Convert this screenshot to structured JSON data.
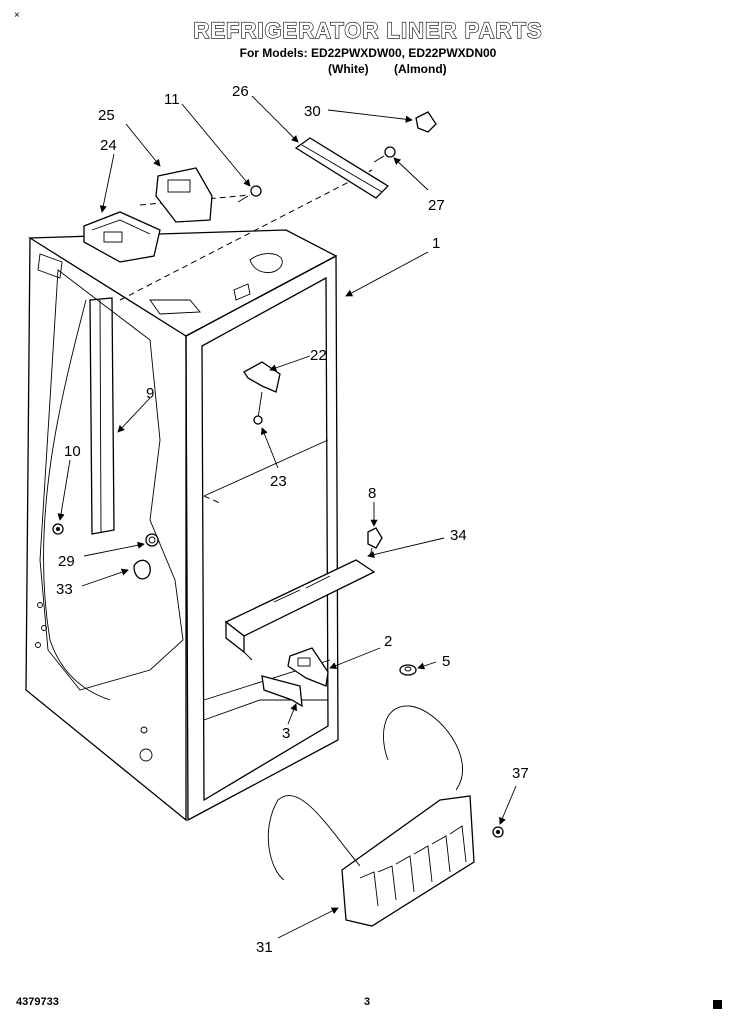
{
  "header": {
    "title": "REFRIGERATOR LINER PARTS",
    "subtitle": "For Models: ED22PWXDW00, ED22PWXDN00",
    "variant_white": "(White)",
    "variant_almond": "(Almond)"
  },
  "corner_mark": "×",
  "callouts": {
    "c1": "1",
    "c2": "2",
    "c3": "3",
    "c5": "5",
    "c8": "8",
    "c9": "9",
    "c10": "10",
    "c11": "11",
    "c22": "22",
    "c23": "23",
    "c24": "24",
    "c25": "25",
    "c26": "26",
    "c27": "27",
    "c29": "29",
    "c30": "30",
    "c31": "31",
    "c33": "33",
    "c34": "34",
    "c37": "37"
  },
  "footer": {
    "doc_number": "4379733",
    "page_number": "3"
  }
}
